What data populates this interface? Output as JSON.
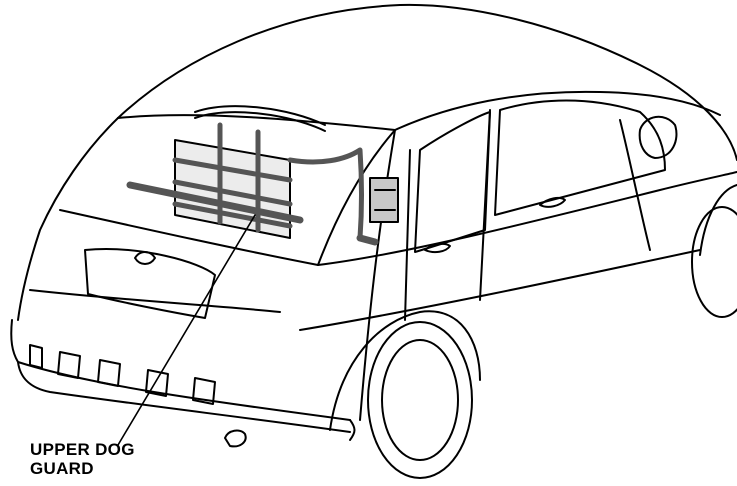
{
  "callout": {
    "line1": "UPPER DOG",
    "line2": "GUARD"
  },
  "colors": {
    "outline": "#000000",
    "guard_fill": "#c8c8c8",
    "background": "#ffffff"
  },
  "icons": [
    "car-rear-view-illustration",
    "dog-guard-accessory"
  ]
}
